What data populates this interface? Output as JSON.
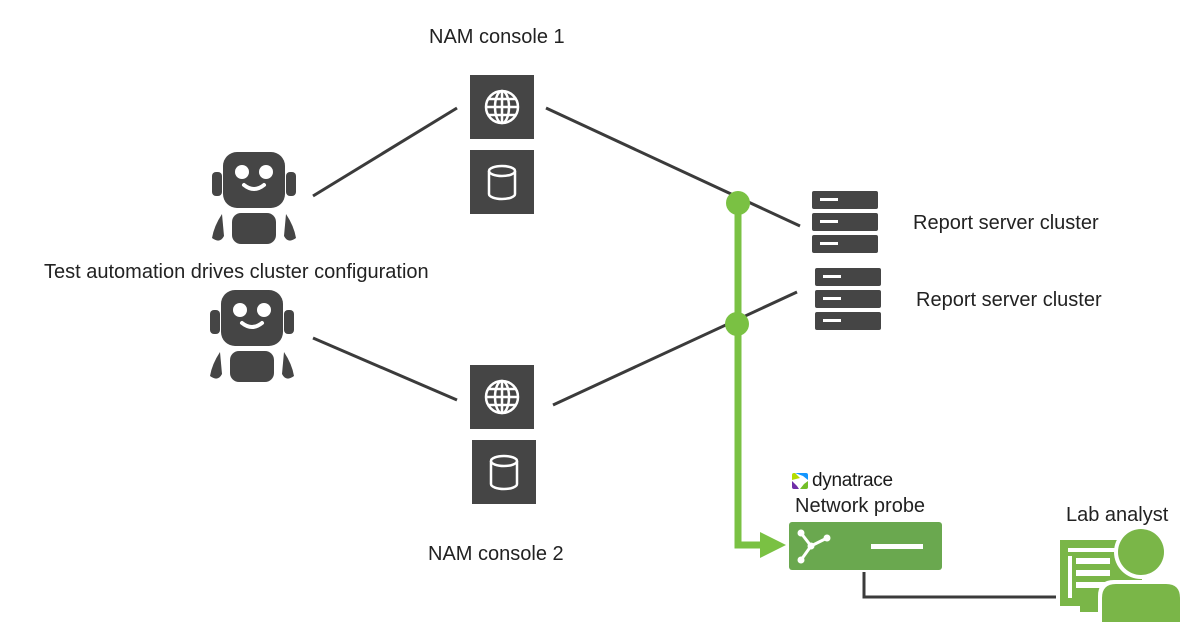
{
  "labels": {
    "nam_console_1": "NAM console 1",
    "nam_console_2": "NAM console 2",
    "report_server_1": "Report server cluster",
    "report_server_2": "Report server cluster",
    "test_automation": "Test automation drives cluster configuration",
    "network_probe": "Network probe",
    "lab_analyst": "Lab analyst",
    "brand": "dynatrace"
  },
  "colors": {
    "dark_icon": "#454545",
    "line": "#3b3b3b",
    "accent_green": "#7ac143",
    "probe_green": "#6aa84f",
    "analyst_green": "#7ab648",
    "text": "#222222"
  },
  "icons": [
    "robot-icon",
    "globe-icon",
    "database-icon",
    "server-stack-icon",
    "network-probe-icon",
    "lab-analyst-icon",
    "dynatrace-logo-icon"
  ]
}
